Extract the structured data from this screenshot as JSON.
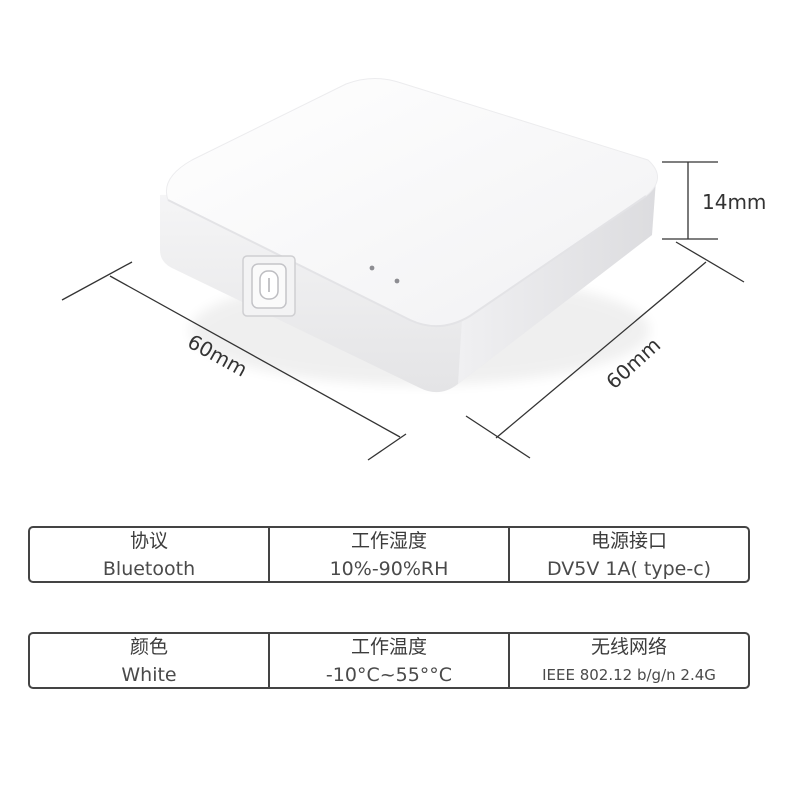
{
  "dimensions": {
    "height": "14mm",
    "width": "60mm",
    "depth": "60mm"
  },
  "specs_row1": [
    {
      "label": "协议",
      "value": "Bluetooth"
    },
    {
      "label": "工作湿度",
      "value": "10%-90%RH"
    },
    {
      "label": "电源接口",
      "value": "DV5V 1A( type-c)"
    }
  ],
  "specs_row2": [
    {
      "label": "颜色",
      "value": "White"
    },
    {
      "label": "工作温度",
      "value": "-10°C~55°°C"
    },
    {
      "label": "无线网络",
      "value": "IEEE 802.12 b/g/n 2.4G"
    }
  ]
}
